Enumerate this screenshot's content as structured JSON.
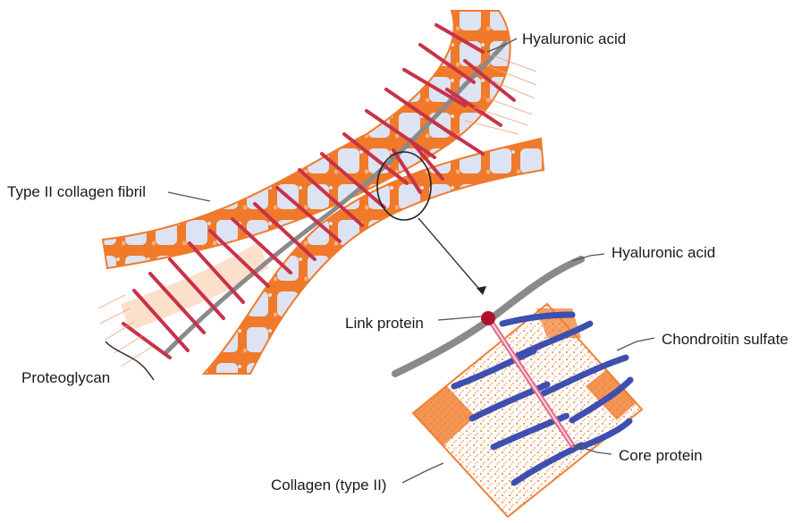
{
  "labels": {
    "hyaluronic_acid_top": "Hyaluronic acid",
    "type2_collagen_fibril": "Type II collagen fibril",
    "proteoglycan": "Proteoglycan",
    "hyaluronic_acid_inset": "Hyaluronic acid",
    "link_protein": "Link protein",
    "chondroitin_sulfate": "Chondroitin sulfate",
    "core_protein": "Core protein",
    "collagen_type2": "Collagen (type II)"
  },
  "colors": {
    "collagen_orange": "#f07a2a",
    "collagen_pale": "#dde3f2",
    "proteoglycan_red": "#c8324a",
    "hyaluronic_grey": "#808080",
    "chondroitin_blue": "#3d4fb0",
    "link_protein": "#b0102a",
    "core_protein": "#e06a8a"
  }
}
